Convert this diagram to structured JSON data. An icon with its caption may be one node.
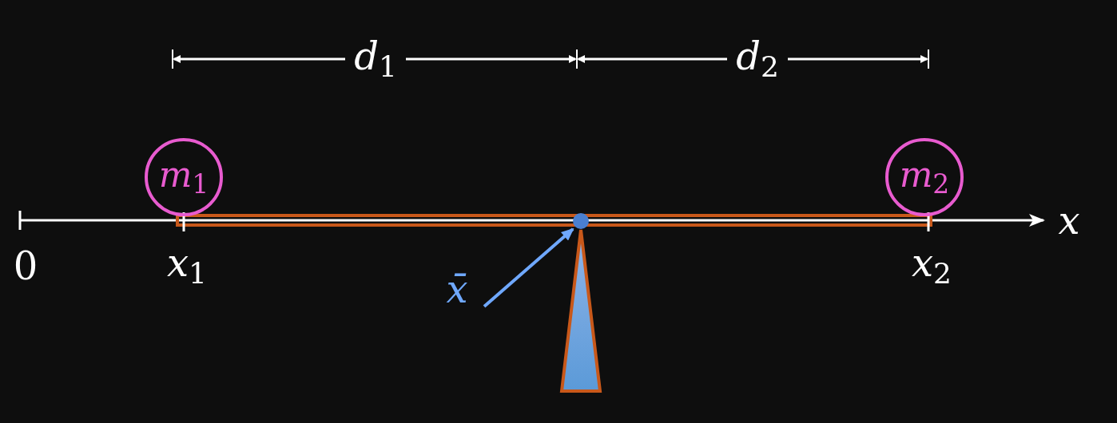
{
  "diagram": {
    "nodes": [
      {
        "text": [
          "m$_{1}$"
        ]
      },
      {
        "text": [
          "m$_{2}$"
        ]
      },
      {
        "text": [
          "x̄"
        ]
      },
      {
        "text": [],
        "shape": "circle"
      }
    ],
    "edges": [
      {
        "from": 2,
        "to": 3,
        "arrow": "to"
      }
    ],
    "labels": [
      "d$_{1}$",
      "d$_{2}$",
      "0",
      "x$_{1}$",
      "x$_{2}$",
      "x"
    ]
  }
}
